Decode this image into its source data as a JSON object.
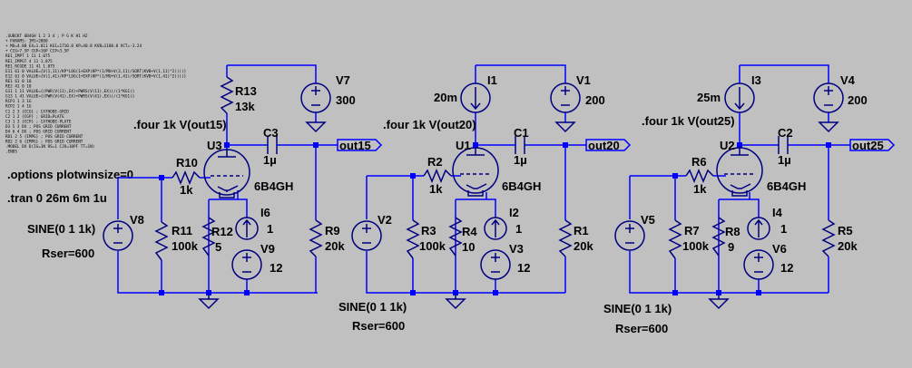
{
  "netlist_lines": [
    ".SUBCKT 6B4GH 1 2 3 4 ; P G K H1 H2",
    "+ PARAMS: IM1=2000",
    "+ MU=4.88 EX=1.011 KG1=1710.0 KP=40.8 KVB=1188.0 VCT=-3.24",
    "+ CCG=7.5P CGP=16P CCP=3.5P",
    "RE1_IMPT 1 11 1.075",
    "RE1_IMPGT 4 11 1.075",
    "RE1_RCGDE 11 41 1.075",
    "E11 61 0 VALUE={V(1,11)/KP*LOG(1+EXP(KP*(1/MU+V(3,11)/SQRT(KVB+V(1,11)^2))))}",
    "E12 61 0 VALUE={V(1,41)/KP*LOG(1+EXP(KP*(1/MU+V(1,41)/SQRT(KVB+V(1,41)^2))))}",
    "RE1 61 0 10",
    "RE2 41 0 10",
    "G11 1 11 VALUE={(PWR(V(11),EX)+PWRS(V(11),EX))/(1*KG1)}",
    "G13 1 41 VALUE={(PWR(V(41),EX)+PWRS(V(41),EX))/(1*KG1)}",
    "RCP1 1 3 1G",
    "RCP2 1 4 1G",
    "C1 2 3 {CCG} ; CATHODE-GRID",
    "C2 1 2 {CGP} ; GRID=PLATE",
    "C3 1 3 {CCP} ; CATHODE-PLATE",
    "D3 5 3 DX ; POS GRID CURRENT",
    "D4 6 4 DX ; POS GRID CURRENT",
    "RD1 2 5 {IMPG} ; POS GRID CURRENT",
    "RD2 2 6 {IMPG} ; POS GRID CURRENT",
    ".MODEL DX D(IS=1N RS=1 CJO=10PF TT=1N)",
    ".ENDS"
  ],
  "directives": {
    "options": ".options plotwinsize=0",
    "tran": ".tran 0 26m 6m 1u"
  },
  "stage1": {
    "four": ".four 1k V(out15)",
    "out": "out15",
    "R13": {
      "name": "R13",
      "value": "13k"
    },
    "V7": {
      "name": "V7",
      "value": "300"
    },
    "C3": {
      "name": "C3",
      "value": "1µ"
    },
    "U3": {
      "name": "U3",
      "model": "6B4GH"
    },
    "R10": {
      "name": "R10",
      "value": "1k"
    },
    "V8": {
      "name": "V8",
      "sine": "SINE(0 1 1k)",
      "rser": "Rser=600"
    },
    "R11": {
      "name": "R11",
      "value": "100k"
    },
    "R12": {
      "name": "R12",
      "value": "5"
    },
    "I6": {
      "name": "I6",
      "value": "1"
    },
    "V9": {
      "name": "V9",
      "value": "12"
    },
    "R9": {
      "name": "R9",
      "value": "20k"
    }
  },
  "stage2": {
    "four": ".four 1k V(out20)",
    "out": "out20",
    "I1": {
      "name": "I1",
      "value": "20m"
    },
    "V1": {
      "name": "V1",
      "value": "200"
    },
    "C1": {
      "name": "C1",
      "value": "1µ"
    },
    "U1": {
      "name": "U1",
      "model": "6B4GH"
    },
    "R2": {
      "name": "R2",
      "value": "1k"
    },
    "V2": {
      "name": "V2",
      "sine": "SINE(0 1 1k)",
      "rser": "Rser=600"
    },
    "R3": {
      "name": "R3",
      "value": "100k"
    },
    "R4": {
      "name": "R4",
      "value": "10"
    },
    "I2": {
      "name": "I2",
      "value": "1"
    },
    "V3": {
      "name": "V3",
      "value": "12"
    },
    "R1": {
      "name": "R1",
      "value": "20k"
    }
  },
  "stage3": {
    "four": ".four 1k V(out25)",
    "out": "out25",
    "I3": {
      "name": "I3",
      "value": "25m"
    },
    "V4": {
      "name": "V4",
      "value": "200"
    },
    "C2": {
      "name": "C2",
      "value": "1µ"
    },
    "U2": {
      "name": "U2",
      "model": "6B4GH"
    },
    "R6": {
      "name": "R6",
      "value": "1k"
    },
    "V5": {
      "name": "V5",
      "sine": "SINE(0 1 1k)",
      "rser": "Rser=600"
    },
    "R7": {
      "name": "R7",
      "value": "100k"
    },
    "R8": {
      "name": "R8",
      "value": "9"
    },
    "I4": {
      "name": "I4",
      "value": "1"
    },
    "V6": {
      "name": "V6",
      "value": "12"
    },
    "R5": {
      "name": "R5",
      "value": "20k"
    }
  }
}
